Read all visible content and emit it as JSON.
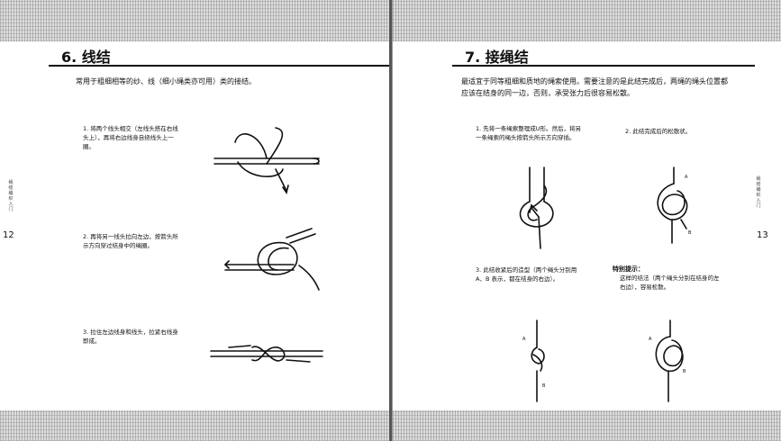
{
  "left_page": {
    "title": "6. 线结",
    "intro": "常用于粗细相等的纱、线（细小绳类亦可用）类的接结。",
    "steps": [
      "1. 将两个线头相交（左线头搭在右线头上），再将右边线身自绕线头上一圈。",
      "2. 再将另一线头拉向左边，按箭头所示方向穿过结身中的绳圈。",
      "3. 拉住左边线身和线头，拉紧右线身即成。"
    ],
    "page_number": "12",
    "margin_note": "绳结编织入门"
  },
  "right_page": {
    "title": "7. 接绳结",
    "intro": "最适宜于同等粗细和质地的绳索使用。需要注意的是此结完成后，两绳的绳头位置都应该在结身的同一边，否则，承受张力后很容易松散。",
    "steps": [
      "1. 先将一条绳索整理成U形。然后，将另一条绳索的绳头按箭头所示方向穿插。",
      "2. 此结完成后的松散状。",
      "3. 此结收紧后的造型（两个绳头分别用 A、B 表示，都在结身的右边）。"
    ],
    "hint_title": "特别提示：",
    "hint_text": "这样的结法（两个绳头分别在结身的左右边），容易松散。",
    "labels": {
      "a": "A",
      "b": "B"
    },
    "page_number": "13",
    "margin_note": "绳结编织入门"
  }
}
